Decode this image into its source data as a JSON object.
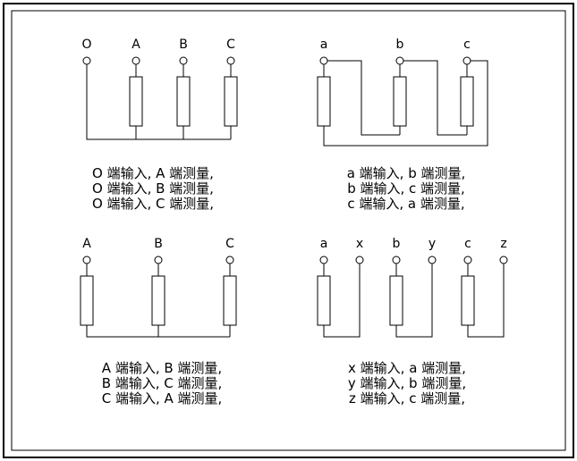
{
  "window": {
    "background": "#ffffff",
    "line_color": "#000000"
  },
  "diagrams": {
    "top_left": {
      "terminals": [
        "O",
        "A",
        "B",
        "C"
      ],
      "captions": [
        "O 端输入, A 端测量,",
        "O 端输入, B 端测量,",
        "O 端输入, C 端测量,"
      ]
    },
    "top_right": {
      "terminals": [
        "a",
        "b",
        "c"
      ],
      "captions": [
        "a 端输入, b 端测量,",
        "b 端输入, c 端测量,",
        "c 端输入, a 端测量,"
      ]
    },
    "bottom_left": {
      "terminals": [
        "A",
        "B",
        "C"
      ],
      "captions": [
        "A 端输入, B 端测量,",
        "B 端输入, C 端测量,",
        "C 端输入, A 端测量,"
      ]
    },
    "bottom_right": {
      "terminals": [
        "a",
        "x",
        "b",
        "y",
        "c",
        "z"
      ],
      "captions": [
        "x 端输入, a 端测量,",
        "y 端输入, b 端测量,",
        "z 端输入, c 端测量,"
      ]
    }
  }
}
